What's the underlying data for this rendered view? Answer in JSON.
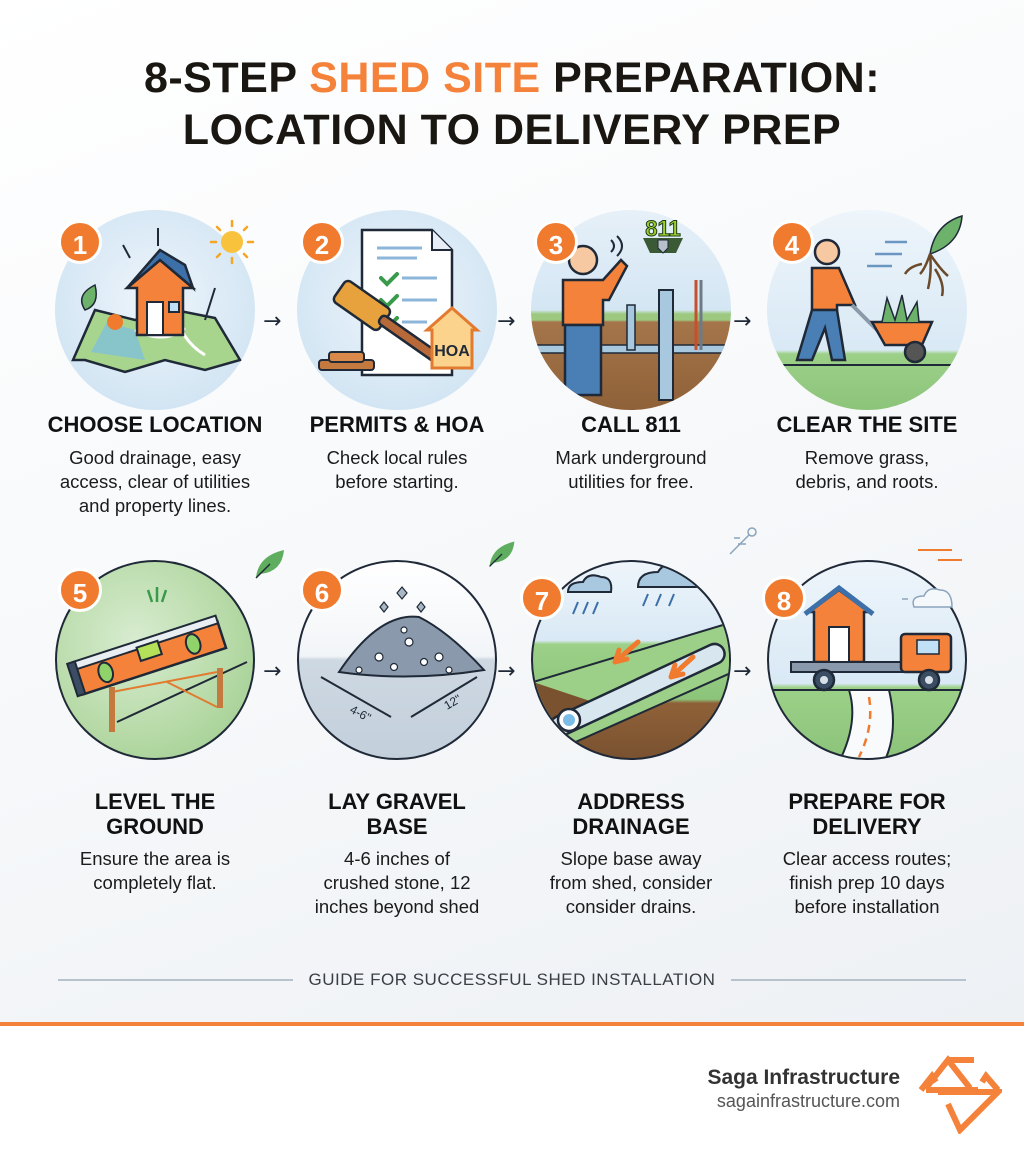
{
  "header": {
    "title_prefix": "8-STEP ",
    "title_accent": "SHED SITE",
    "title_suffix": " PREPARATION:",
    "title_line2": "LOCATION TO DELIVERY PREP"
  },
  "steps": [
    {
      "number": "1",
      "icon": "house-on-map-icon",
      "heading": "CHOOSE LOCATION",
      "desc_lines": [
        "Good drainage, easy",
        "access, clear of utilities",
        "and property lines."
      ]
    },
    {
      "number": "2",
      "icon": "gavel-document-hoa-icon",
      "heading": "PERMITS & HOA",
      "desc_lines": [
        "Check local rules",
        "before starting."
      ],
      "badge_text": "HOA"
    },
    {
      "number": "3",
      "icon": "call-811-utilities-icon",
      "heading": "CALL 811",
      "desc_lines": [
        "Mark underground",
        "utilities for free."
      ],
      "sign_text": "811"
    },
    {
      "number": "4",
      "icon": "wheelbarrow-clearing-icon",
      "heading": "CLEAR THE SITE",
      "desc_lines": [
        "Remove grass,",
        "debris, and roots."
      ]
    },
    {
      "number": "5",
      "icon": "spirit-level-icon",
      "heading_lines": [
        "LEVEL THE",
        "GROUND"
      ],
      "desc_lines": [
        "Ensure the area is",
        "completely flat."
      ]
    },
    {
      "number": "6",
      "icon": "gravel-pile-icon",
      "heading_lines": [
        "LAY GRAVEL",
        "BASE"
      ],
      "desc_lines": [
        "4-6 inches of",
        "crushed stone, 12",
        "inches beyond shed"
      ],
      "dim_labels": [
        "4-6\"",
        "12\""
      ]
    },
    {
      "number": "7",
      "icon": "drainage-pipe-rain-icon",
      "heading_lines": [
        "ADDRESS",
        "DRAINAGE"
      ],
      "desc_lines": [
        "Slope base away",
        "from shed, consider",
        "consider drains."
      ]
    },
    {
      "number": "8",
      "icon": "delivery-truck-shed-icon",
      "heading_lines": [
        "PREPARE FOR",
        "DELIVERY"
      ],
      "desc_lines": [
        "Clear access routes;",
        "finish prep 10 days",
        "before installation"
      ]
    }
  ],
  "tagline": "GUIDE FOR SUCCESSFUL SHED INSTALLATION",
  "footer": {
    "brand_name": "Saga Infrastructure",
    "brand_url": "sagainfrastructure.com"
  },
  "colors": {
    "accent": "#f5823a",
    "badge": "#f07a2e",
    "text": "#111111",
    "circle_blue": "#d6e8f5",
    "grass": "#8cc47a"
  }
}
